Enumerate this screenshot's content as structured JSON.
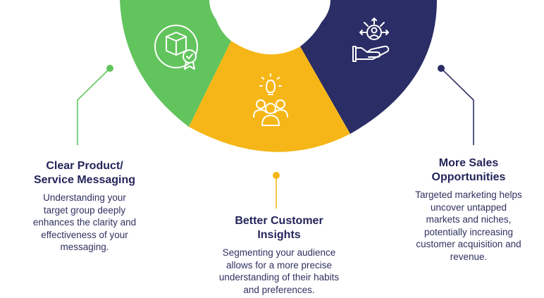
{
  "segments": [
    {
      "id": "left",
      "color": "#62c45d",
      "icon": "package-check-icon",
      "title": "Clear Product/\nService Messaging",
      "body": "Understanding your\ntarget group deeply\nenhances the clarity and\neffectiveness of your\nmessaging."
    },
    {
      "id": "center",
      "color": "#f6b617",
      "icon": "team-idea-icon",
      "title": "Better Customer\nInsights",
      "body": "Segmenting your audience\nallows for a more precise\nunderstanding of their habits\nand preferences."
    },
    {
      "id": "right",
      "color": "#2b2d66",
      "icon": "hand-user-network-icon",
      "title": "More Sales\nOpportunities",
      "body": "Targeted marketing helps\nuncover untapped\nmarkets and niches,\npotentially increasing\ncustomer acquisition and\nrevenue."
    }
  ],
  "colors": {
    "text": "#23255a",
    "icon_stroke": "#ffffff"
  }
}
